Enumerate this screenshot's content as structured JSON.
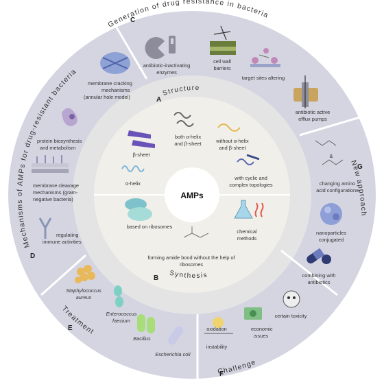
{
  "center": {
    "label": "AMPs"
  },
  "inner": {
    "structure": {
      "letter": "A",
      "title": "Structure",
      "items": {
        "beta_sheet": "β-sheet",
        "both_a": "both α-helix",
        "both_b": "and β-sheet",
        "without_a": "without α-helix",
        "without_b": "and β-sheet",
        "alpha_helix": "α-helix",
        "cyclic_a": "with cyclic and",
        "cyclic_b": "complex topologies"
      }
    },
    "synthesis": {
      "letter": "B",
      "title": "Synthesis",
      "items": {
        "ribosomes": "based on ribosomes",
        "chemical_a": "chemical",
        "chemical_b": "methods",
        "amide_a": "forming amide bond without the help of",
        "amide_b": "ribosomes"
      }
    }
  },
  "outer": {
    "resistance": {
      "letter": "C",
      "title": "Generation of drug resistance in bacteria",
      "items": {
        "enz_a": "antibiotic-inactivating",
        "enz_b": "enzymes",
        "wall_a": "cell wall",
        "wall_b": "barriers",
        "target": "target sites altering",
        "efflux_a": "antibiotic active",
        "efflux_b": "efflux pumps"
      }
    },
    "mechanisms": {
      "letter": "D",
      "title": "Mechanisms of AMPs for drug-resistant bacteria",
      "items": {
        "crack_a": "membrane cracking",
        "crack_b": "mechanisms",
        "crack_c": "(annular hole model)",
        "protein_a": "protein biosynthesis",
        "protein_b": "and metabolism",
        "cleave_a": "membrane cleavage",
        "cleave_b": "mechanisms (gram-",
        "cleave_c": "negative bacteria)",
        "immune_a": "regulating",
        "immune_b": "immune activities"
      }
    },
    "treatment": {
      "letter": "E",
      "title": "Treatment",
      "items": {
        "staph_a": "Staphylococcus",
        "staph_b": "aureus",
        "entero_a": "Enterococcus",
        "entero_b": "faecium",
        "bacillus": "Bacillus",
        "ecoli": "Escherichia coli"
      }
    },
    "challenge": {
      "letter": "F",
      "title": "Challenge",
      "items": {
        "oxidation": "oxidation",
        "instability": "instability",
        "econ_a": "economic",
        "econ_b": "issues",
        "toxicity": "certain toxicity"
      }
    },
    "approach": {
      "letter": "G",
      "title": "New approach",
      "items": {
        "amino_a": "changing amino",
        "amino_b": "acid configurations",
        "amp": "&",
        "nano_a": "nanoparticles",
        "nano_b": "conjugated",
        "combo_a": "combining with",
        "combo_b": "antibiotics"
      }
    }
  },
  "colors": {
    "outer_ring": "#d5d5e2",
    "inner_ring": "#e4e4e4",
    "inner_disc": "#f1efea",
    "center": "#ffffff",
    "divider": "#ffffff"
  }
}
